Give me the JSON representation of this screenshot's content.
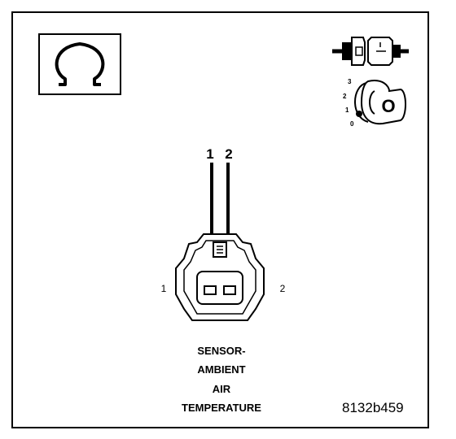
{
  "diagram": {
    "pin_labels": [
      "1",
      "2"
    ],
    "side_labels": {
      "left": "1",
      "right": "2"
    },
    "ignition_positions": [
      "3",
      "2",
      "1",
      "0"
    ],
    "key_label": "O",
    "caption_lines": [
      "SENSOR-",
      "AMBIENT",
      "AIR",
      "TEMPERATURE"
    ],
    "reference": "8132b459",
    "icons": {
      "meter": "ohm-icon",
      "connector": "connector-disconnected-icon",
      "ignition": "ignition-key-off-icon"
    }
  }
}
